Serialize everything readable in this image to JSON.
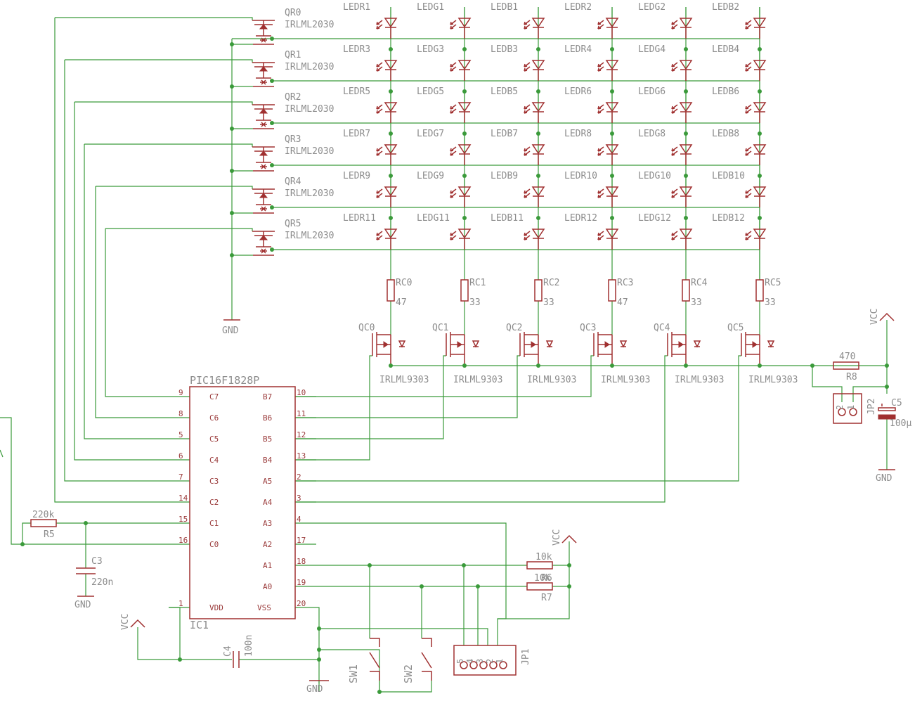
{
  "colors": {
    "wire": "#3a9a3a",
    "symbol": "#a03030",
    "text": "#8c8c8c",
    "background": "#ffffff"
  },
  "mcu": {
    "name": "PIC16F1828P",
    "ref": "IC1",
    "left_pins": [
      {
        "num": "9",
        "name": "C7"
      },
      {
        "num": "8",
        "name": "C6"
      },
      {
        "num": "5",
        "name": "C5"
      },
      {
        "num": "6",
        "name": "C4"
      },
      {
        "num": "7",
        "name": "C3"
      },
      {
        "num": "14",
        "name": "C2"
      },
      {
        "num": "15",
        "name": "C1"
      },
      {
        "num": "16",
        "name": "C0"
      },
      {
        "num": "1",
        "name": "VDD"
      }
    ],
    "right_pins": [
      {
        "num": "10",
        "name": "B7"
      },
      {
        "num": "11",
        "name": "B6"
      },
      {
        "num": "12",
        "name": "B5"
      },
      {
        "num": "13",
        "name": "B4"
      },
      {
        "num": "2",
        "name": "A5"
      },
      {
        "num": "3",
        "name": "A4"
      },
      {
        "num": "4",
        "name": "A3"
      },
      {
        "num": "17",
        "name": "A2"
      },
      {
        "num": "18",
        "name": "A1"
      },
      {
        "num": "19",
        "name": "A0"
      },
      {
        "num": "20",
        "name": "VSS"
      }
    ]
  },
  "leds": [
    [
      "LEDR1",
      "LEDG1",
      "LEDB1",
      "LEDR2",
      "LEDG2",
      "LEDB2"
    ],
    [
      "LEDR3",
      "LEDG3",
      "LEDB3",
      "LEDR4",
      "LEDG4",
      "LEDB4"
    ],
    [
      "LEDR5",
      "LEDG5",
      "LEDB5",
      "LEDR6",
      "LEDG6",
      "LEDB6"
    ],
    [
      "LEDR7",
      "LEDG7",
      "LEDB7",
      "LEDR8",
      "LEDG8",
      "LEDB8"
    ],
    [
      "LEDR9",
      "LEDG9",
      "LEDB9",
      "LEDR10",
      "LEDG10",
      "LEDB10"
    ],
    [
      "LEDR11",
      "LEDG11",
      "LEDB11",
      "LEDR12",
      "LEDG12",
      "LEDB12"
    ]
  ],
  "row_fets": [
    {
      "name": "QR0",
      "part": "IRLML2030"
    },
    {
      "name": "QR1",
      "part": "IRLML2030"
    },
    {
      "name": "QR2",
      "part": "IRLML2030"
    },
    {
      "name": "QR3",
      "part": "IRLML2030"
    },
    {
      "name": "QR4",
      "part": "IRLML2030"
    },
    {
      "name": "QR5",
      "part": "IRLML2030"
    }
  ],
  "col_resistors": [
    {
      "name": "RC0",
      "value": "47"
    },
    {
      "name": "RC1",
      "value": "33"
    },
    {
      "name": "RC2",
      "value": "33"
    },
    {
      "name": "RC3",
      "value": "47"
    },
    {
      "name": "RC4",
      "value": "33"
    },
    {
      "name": "RC5",
      "value": "33"
    }
  ],
  "col_fets": [
    {
      "name": "QC0",
      "part": "IRLML9303"
    },
    {
      "name": "QC1",
      "part": "IRLML9303"
    },
    {
      "name": "QC2",
      "part": "IRLML9303"
    },
    {
      "name": "QC3",
      "part": "IRLML9303"
    },
    {
      "name": "QC4",
      "part": "IRLML9303"
    },
    {
      "name": "QC5",
      "part": "IRLML9303"
    }
  ],
  "power": {
    "vcc": "VCC",
    "gnd": "GND"
  },
  "parts": {
    "r8": {
      "name": "R8",
      "value": "470"
    },
    "jp2": {
      "name": "JP2",
      "pin1": "1",
      "pin2": "2"
    },
    "c5": {
      "name": "C5",
      "value": "100µ"
    },
    "r5": {
      "name": "R5",
      "value": "220k"
    },
    "c3": {
      "name": "C3",
      "value": "220n"
    },
    "r6": {
      "name": "R6",
      "value": "10k"
    },
    "r7": {
      "name": "R7",
      "value": "10k"
    },
    "c4": {
      "name": "C4",
      "value": "100n"
    },
    "sw1": {
      "name": "SW1"
    },
    "sw2": {
      "name": "SW2"
    },
    "jp1": {
      "name": "JP1",
      "pins": [
        "5",
        "4",
        "3",
        "2",
        "1"
      ]
    }
  }
}
